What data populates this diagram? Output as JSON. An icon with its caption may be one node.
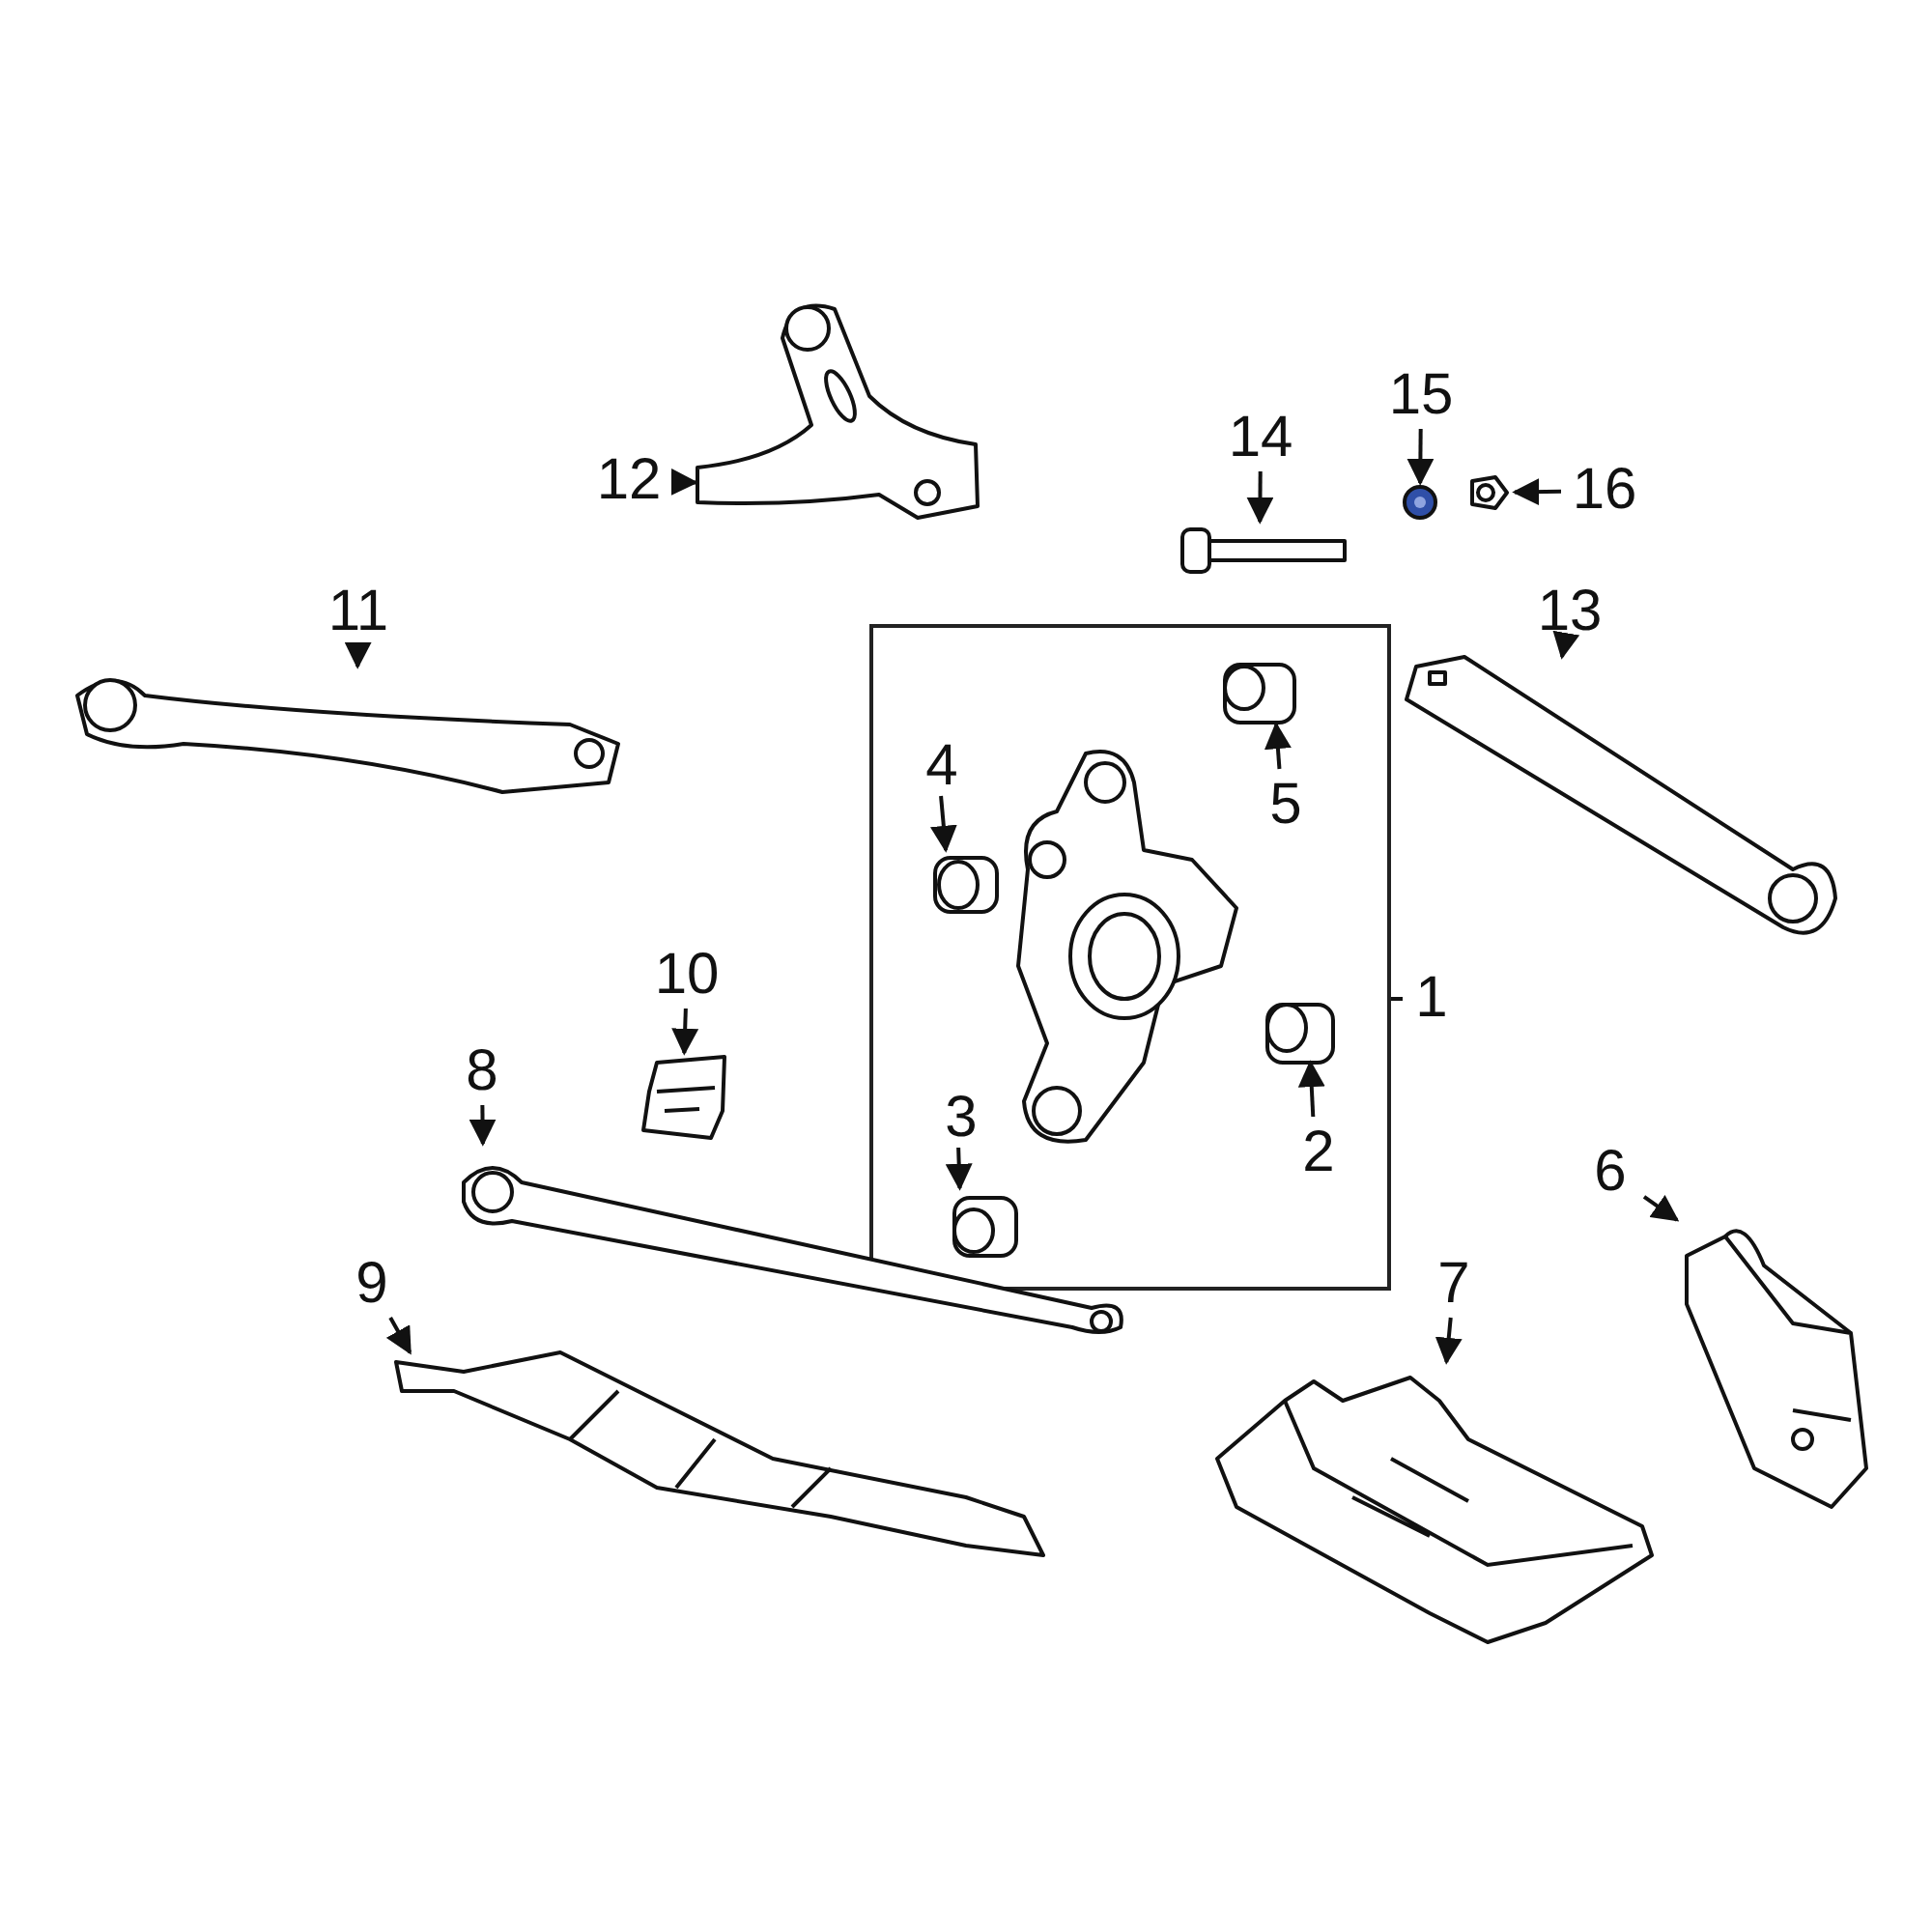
{
  "diagram": {
    "nodes": [
      {
        "text": [
          "12"
        ]
      },
      {
        "text": [],
        "shape": "picture"
      },
      {
        "text": [
          "14"
        ]
      },
      {
        "text": [],
        "shape": "picture"
      },
      {
        "text": [
          "15"
        ]
      },
      {
        "text": [],
        "shape": "picture"
      },
      {
        "text": [
          "16"
        ]
      },
      {
        "text": [],
        "shape": "picture"
      },
      {
        "text": [
          "11"
        ]
      },
      {
        "text": [],
        "shape": "picture"
      },
      {
        "text": [
          "13"
        ]
      },
      {
        "text": [],
        "shape": "picture"
      },
      {
        "text": [],
        "shape": "box"
      },
      {
        "text": [
          "4"
        ],
        "in": 12
      },
      {
        "text": [],
        "shape": "picture",
        "in": 12
      },
      {
        "text": [
          "5"
        ],
        "in": 12
      },
      {
        "text": [],
        "shape": "picture",
        "in": 12
      },
      {
        "text": [
          "1"
        ]
      },
      {
        "text": [
          "2"
        ],
        "in": 12
      },
      {
        "text": [],
        "shape": "picture",
        "in": 12
      },
      {
        "text": [
          "3"
        ],
        "in": 12
      },
      {
        "text": [],
        "shape": "picture",
        "in": 12
      },
      {
        "text": [
          "10"
        ]
      },
      {
        "text": [],
        "shape": "picture"
      },
      {
        "text": [
          "8"
        ]
      },
      {
        "text": [],
        "shape": "picture"
      },
      {
        "text": [
          "6"
        ]
      },
      {
        "text": [],
        "shape": "picture"
      },
      {
        "text": [
          "9"
        ]
      },
      {
        "text": [],
        "shape": "picture"
      },
      {
        "text": [
          "7"
        ]
      },
      {
        "text": [],
        "shape": "picture"
      }
    ],
    "edges": [
      {
        "from": 0,
        "to": 1,
        "arrow": "to"
      },
      {
        "from": 2,
        "to": 3,
        "arrow": "to"
      },
      {
        "from": 4,
        "to": 5,
        "arrow": "to"
      },
      {
        "from": 6,
        "to": 7,
        "arrow": "to"
      },
      {
        "from": 8,
        "to": 9,
        "arrow": "to"
      },
      {
        "from": 10,
        "to": 11,
        "arrow": "to"
      },
      {
        "from": 13,
        "to": 14,
        "arrow": "to"
      },
      {
        "from": 15,
        "to": 16,
        "arrow": "to"
      },
      {
        "from": 17,
        "to": 12,
        "arrow": "none"
      },
      {
        "from": 18,
        "to": 19,
        "arrow": "to"
      },
      {
        "from": 20,
        "to": 21,
        "arrow": "to"
      },
      {
        "from": 22,
        "to": 23,
        "arrow": "to"
      },
      {
        "from": 24,
        "to": 25,
        "arrow": "to"
      },
      {
        "from": 26,
        "to": 27,
        "arrow": "to"
      },
      {
        "from": 28,
        "to": 29,
        "arrow": "to"
      },
      {
        "from": 30,
        "to": 31,
        "arrow": "to"
      }
    ]
  }
}
